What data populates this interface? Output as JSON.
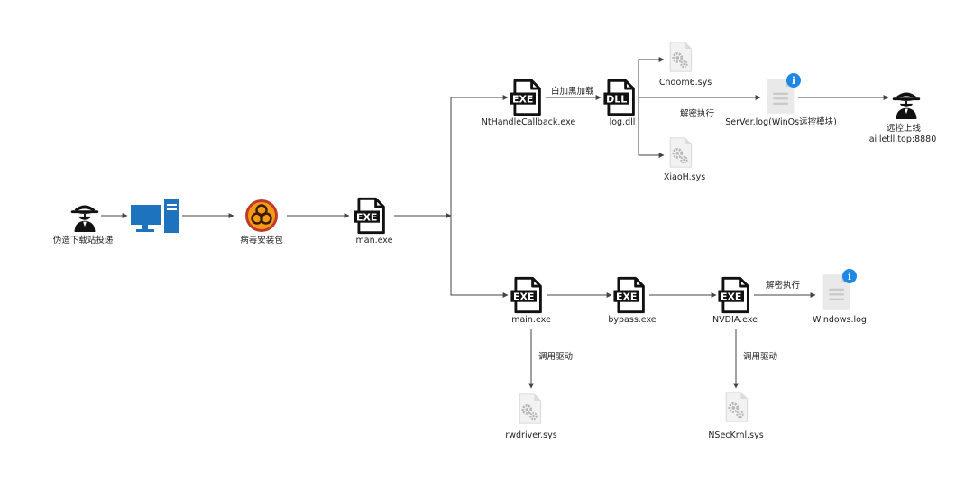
{
  "nodes": {
    "attacker": "伪造下载站投递",
    "virus_pkg": "病毒安装包",
    "man_exe": "man.exe",
    "nthandle": "NtHandleCallback.exe",
    "log_dll": "log.dll",
    "cndom6": "Cndom6.sys",
    "xiaoh": "XiaoH.sys",
    "server_log": "SerVer.log(WinOs远控模块)",
    "c2_title": "远控上线",
    "c2_host": "ailletll.top:8880",
    "main_exe": "main.exe",
    "bypass_exe": "bypass.exe",
    "nvidia_exe": "NVDIA.exe",
    "windows_log": "Windows.log",
    "rwdriver": "rwdriver.sys",
    "nseckrnl": "NSecKrnl.sys"
  },
  "edges": {
    "white_black_load": "白加黑加载",
    "decrypt_exec_1": "解密执行",
    "decrypt_exec_2": "解密执行",
    "call_driver_1": "调用驱动",
    "call_driver_2": "调用驱动"
  },
  "colors": {
    "line": "#444444",
    "monitor": "#1e73be",
    "biohazard_bg": "#c0392b",
    "info_badge": "#1e88e5",
    "file_grey": "#d9d9d9"
  },
  "icons": [
    "spy-icon",
    "computer-icon",
    "biohazard-icon",
    "exe-file-icon",
    "dll-file-icon",
    "sys-file-icon",
    "log-file-icon",
    "info-icon"
  ]
}
